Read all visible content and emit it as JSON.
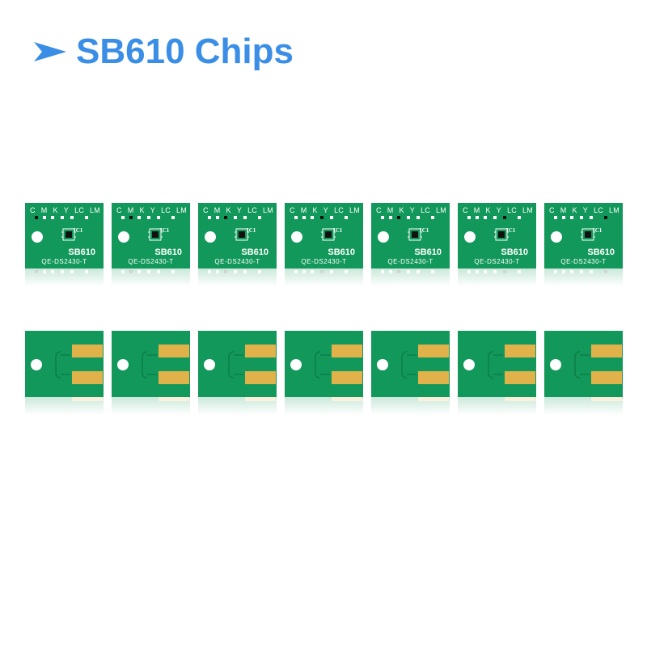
{
  "title": {
    "text": "SB610 Chips",
    "arrow_icon": "arrow-right-icon",
    "color": "#3a8ee6"
  },
  "chip_board_color": "#12985a",
  "contact_pad_color": "#e2b24a",
  "front_chips": [
    {
      "labels": [
        "C",
        "M",
        "K",
        "Y",
        "LC",
        "LM"
      ],
      "model": "SB610",
      "code": "QE-DS2430-T",
      "ic": "IC1",
      "marked_index": 0
    },
    {
      "labels": [
        "C",
        "M",
        "K",
        "Y",
        "LC",
        "LM"
      ],
      "model": "SB610",
      "code": "QE-DS2430-T",
      "ic": "IC1",
      "marked_index": 1
    },
    {
      "labels": [
        "C",
        "M",
        "K",
        "Y",
        "LC",
        "LM"
      ],
      "model": "SB610",
      "code": "QE-DS2430-T",
      "ic": "IC1",
      "marked_index": 2
    },
    {
      "labels": [
        "C",
        "M",
        "K",
        "Y",
        "LC",
        "LM"
      ],
      "model": "SB610",
      "code": "QE-DS2430-T",
      "ic": "IC1",
      "marked_index": 3
    },
    {
      "labels": [
        "C",
        "M",
        "K",
        "Y",
        "LC",
        "LM"
      ],
      "model": "SB610",
      "code": "QE-DS2430-T",
      "ic": "IC1",
      "marked_index": 2
    },
    {
      "labels": [
        "C",
        "M",
        "K",
        "Y",
        "LC",
        "LM"
      ],
      "model": "SB610",
      "code": "QE-DS2430-T",
      "ic": "IC1",
      "marked_index": 4
    },
    {
      "labels": [
        "C",
        "M",
        "K",
        "Y",
        "LC",
        "LM"
      ],
      "model": "SB610",
      "code": "QE-DS2430-T",
      "ic": "IC1",
      "marked_index": 5
    }
  ],
  "back_chip_count": 7
}
